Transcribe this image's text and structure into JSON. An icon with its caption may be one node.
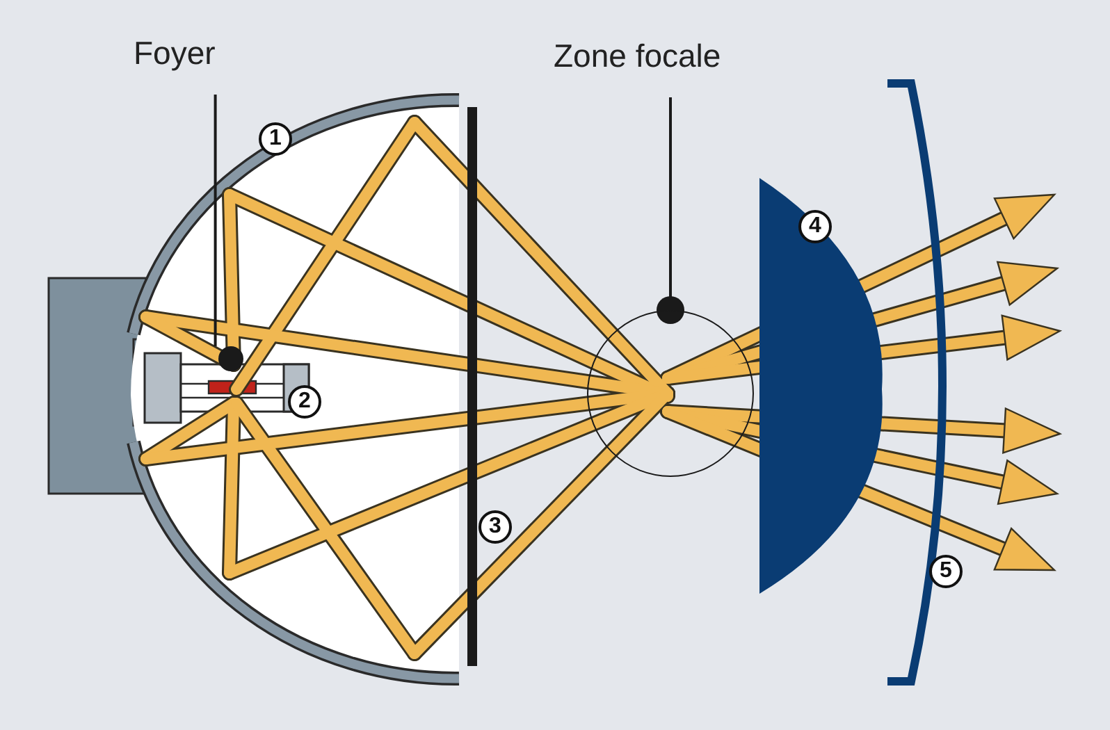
{
  "diagram": {
    "nodes": [
      {
        "text": [
          "Foyer"
        ]
      },
      {
        "text": [],
        "shape": "circle"
      },
      {
        "text": [
          "Zone focale"
        ]
      },
      {
        "text": [],
        "shape": "circle"
      }
    ],
    "edges": [
      {
        "from": 0,
        "to": 1,
        "arrow": "none"
      },
      {
        "from": 2,
        "to": 3,
        "arrow": "other"
      }
    ],
    "labels": [
      "1",
      "2",
      "3",
      "4",
      "5"
    ]
  }
}
